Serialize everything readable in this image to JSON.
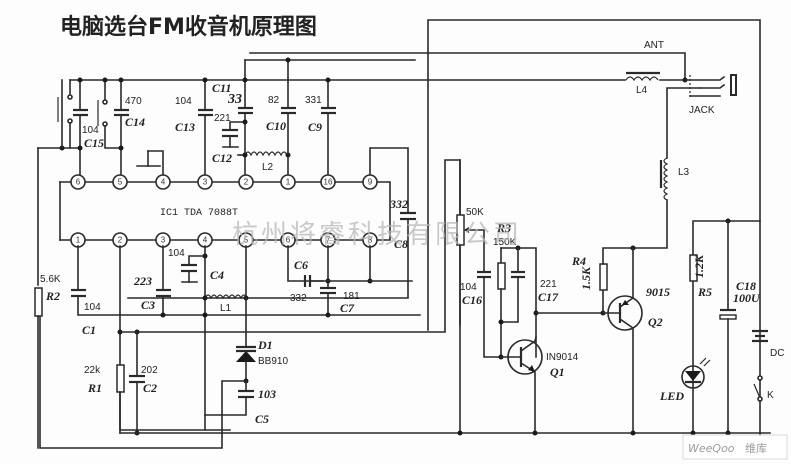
{
  "title": "电脑选台FM收音机原理图",
  "watermark": "杭州将睿科技有限公司",
  "logo": {
    "brand": "WeeQoo",
    "suffix": "维库"
  },
  "ic": {
    "label": "IC1 TDA 7088T",
    "top_pins": [
      "6",
      "5",
      "4",
      "3",
      "2",
      "1",
      "16",
      "9"
    ],
    "bottom_pins": [
      "1",
      "2",
      "3",
      "4",
      "5",
      "6",
      "7",
      "8"
    ]
  },
  "components": {
    "C15": {
      "name": "C15",
      "value": "104"
    },
    "C14": {
      "name": "C14",
      "value": "470"
    },
    "C13": {
      "name": "C13",
      "value": "104"
    },
    "C11": {
      "name": "C11",
      "value": "33"
    },
    "C12": {
      "name": "C12",
      "value": "221"
    },
    "C10": {
      "name": "C10",
      "value": "82"
    },
    "C9": {
      "name": "C9",
      "value": "331"
    },
    "L2": {
      "name": "L2"
    },
    "C8": {
      "name": "C8",
      "value": "332"
    },
    "C1": {
      "name": "C1",
      "value": "104"
    },
    "C3": {
      "name": "C3",
      "value": "223"
    },
    "C4": {
      "name": "C4",
      "value": "104"
    },
    "L1": {
      "name": "L1"
    },
    "C6": {
      "name": "C6",
      "value": "332"
    },
    "C7": {
      "name": "C7",
      "value": "181"
    },
    "R2": {
      "name": "R2",
      "value": "5.6K"
    },
    "R1": {
      "name": "R1",
      "value": "22k"
    },
    "C2": {
      "name": "C2",
      "value": "202"
    },
    "D1": {
      "name": "D1",
      "value": "BB910"
    },
    "C5": {
      "name": "C5",
      "value": "103"
    },
    "VR": {
      "value": "50K"
    },
    "R3": {
      "name": "R3",
      "value": "150K"
    },
    "C16": {
      "name": "C16",
      "value": "104"
    },
    "C17": {
      "name": "C17",
      "value": "221"
    },
    "Q1": {
      "name": "Q1",
      "value": "IN9014"
    },
    "R4": {
      "name": "R4",
      "value": "1.5K"
    },
    "Q2": {
      "name": "Q2",
      "value": "9015"
    },
    "L3": {
      "name": "L3"
    },
    "L4": {
      "name": "L4"
    },
    "ANT": {
      "name": "ANT"
    },
    "JACK": {
      "name": "JACK"
    },
    "R5": {
      "name": "R5",
      "value": "1.2K"
    },
    "C18": {
      "name": "C18",
      "value": "100U"
    },
    "LED": {
      "name": "LED"
    },
    "DC": {
      "name": "DC"
    },
    "K": {
      "name": "K"
    }
  }
}
